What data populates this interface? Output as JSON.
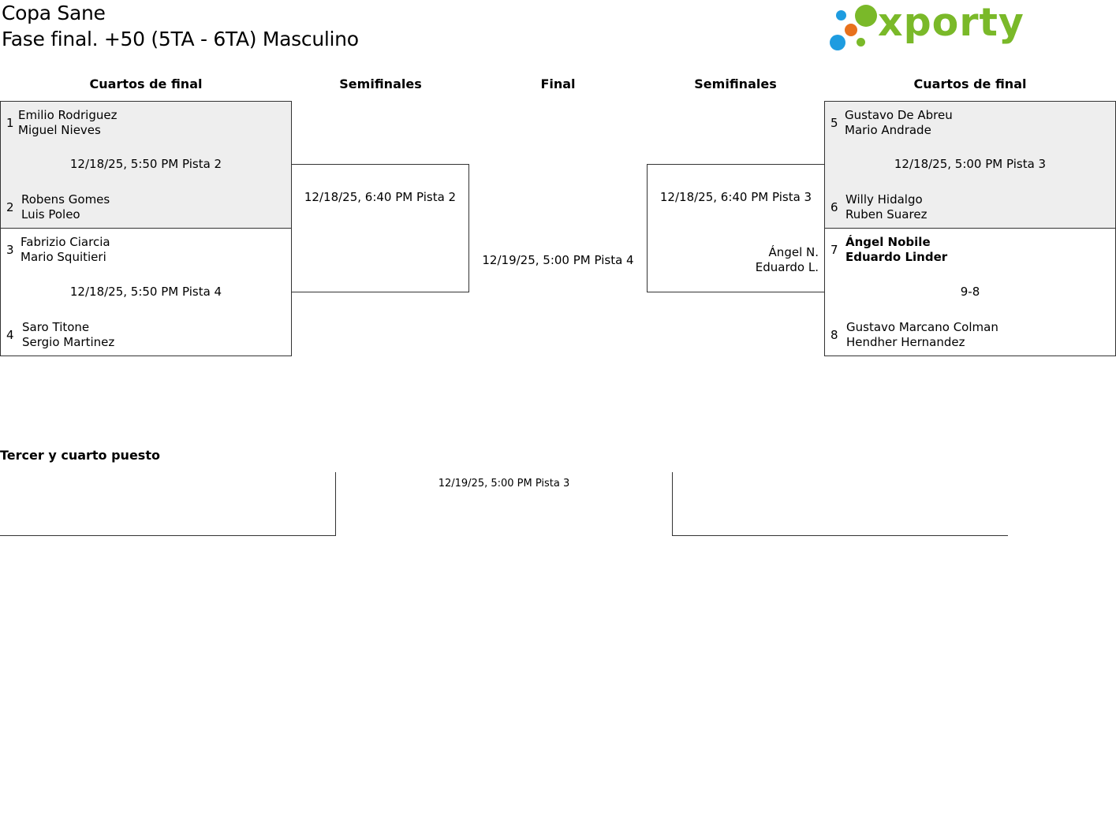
{
  "header": {
    "tournament": "Copa Sane",
    "phase": "Fase final. +50 (5TA - 6TA) Masculino",
    "logo_text": "xporty"
  },
  "colors": {
    "logo_green": "#7ab929",
    "logo_blue": "#1e9ce0",
    "logo_orange": "#e8711c",
    "match_grey": "#eeeeee"
  },
  "rounds": {
    "left_quarter": "Cuartos de final",
    "left_semi": "Semifinales",
    "final": "Final",
    "right_semi": "Semifinales",
    "right_quarter": "Cuartos de final"
  },
  "matches": {
    "qf1": {
      "seed_a": "1",
      "a1": "Emilio Rodriguez",
      "a2": "Miguel Nieves",
      "info": "12/18/25, 5:50 PM Pista 2",
      "seed_b": "2",
      "b1": "Robens Gomes",
      "b2": "Luis Poleo"
    },
    "qf2": {
      "seed_a": "3",
      "a1": "Fabrizio Ciarcia",
      "a2": "Mario Squitieri",
      "info": "12/18/25, 5:50 PM Pista 4",
      "seed_b": "4",
      "b1": "Saro Titone",
      "b2": "Sergio Martinez"
    },
    "sf_left": {
      "info": "12/18/25, 6:40 PM Pista 2"
    },
    "final": {
      "info": "12/19/25, 5:00 PM Pista 4"
    },
    "sf_right": {
      "info": "12/18/25, 6:40 PM Pista 3",
      "p1": "Ángel N.",
      "p2": "Eduardo L."
    },
    "qf3": {
      "seed_a": "5",
      "a1": "Gustavo De Abreu",
      "a2": "Mario Andrade",
      "info": "12/18/25, 5:00 PM Pista 3",
      "seed_b": "6",
      "b1": "Willy Hidalgo",
      "b2": "Ruben Suarez"
    },
    "qf4": {
      "seed_a": "7",
      "a1": "Ángel Nobile",
      "a2": "Eduardo Linder",
      "score": "9-8",
      "seed_b": "8",
      "b1": "Gustavo Marcano Colman",
      "b2": "Hendher Hernandez"
    }
  },
  "third_place": {
    "title": "Tercer y cuarto puesto",
    "info": "12/19/25, 5:00 PM Pista 3"
  }
}
